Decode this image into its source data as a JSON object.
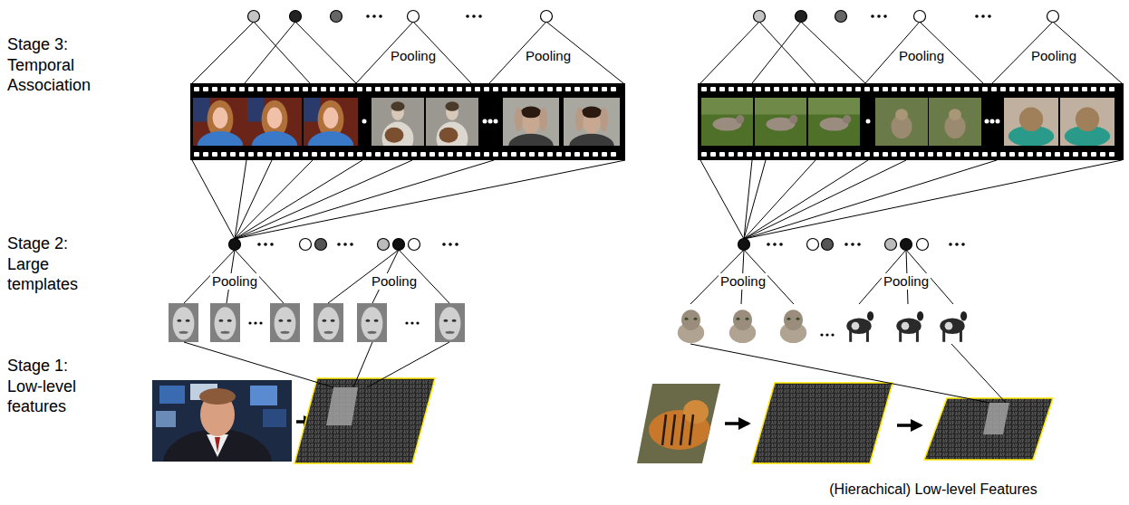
{
  "diagram": {
    "labels": [
      "Stage 3: Temporal Association",
      "Pooling",
      "Pooling",
      "Pooling",
      "Pooling",
      "Stage 2: Large templates",
      "Pooling",
      "Pooling",
      "Pooling",
      "Pooling",
      "Stage 1: Low-level features",
      "(Hierachical) Low-level Features"
    ]
  }
}
